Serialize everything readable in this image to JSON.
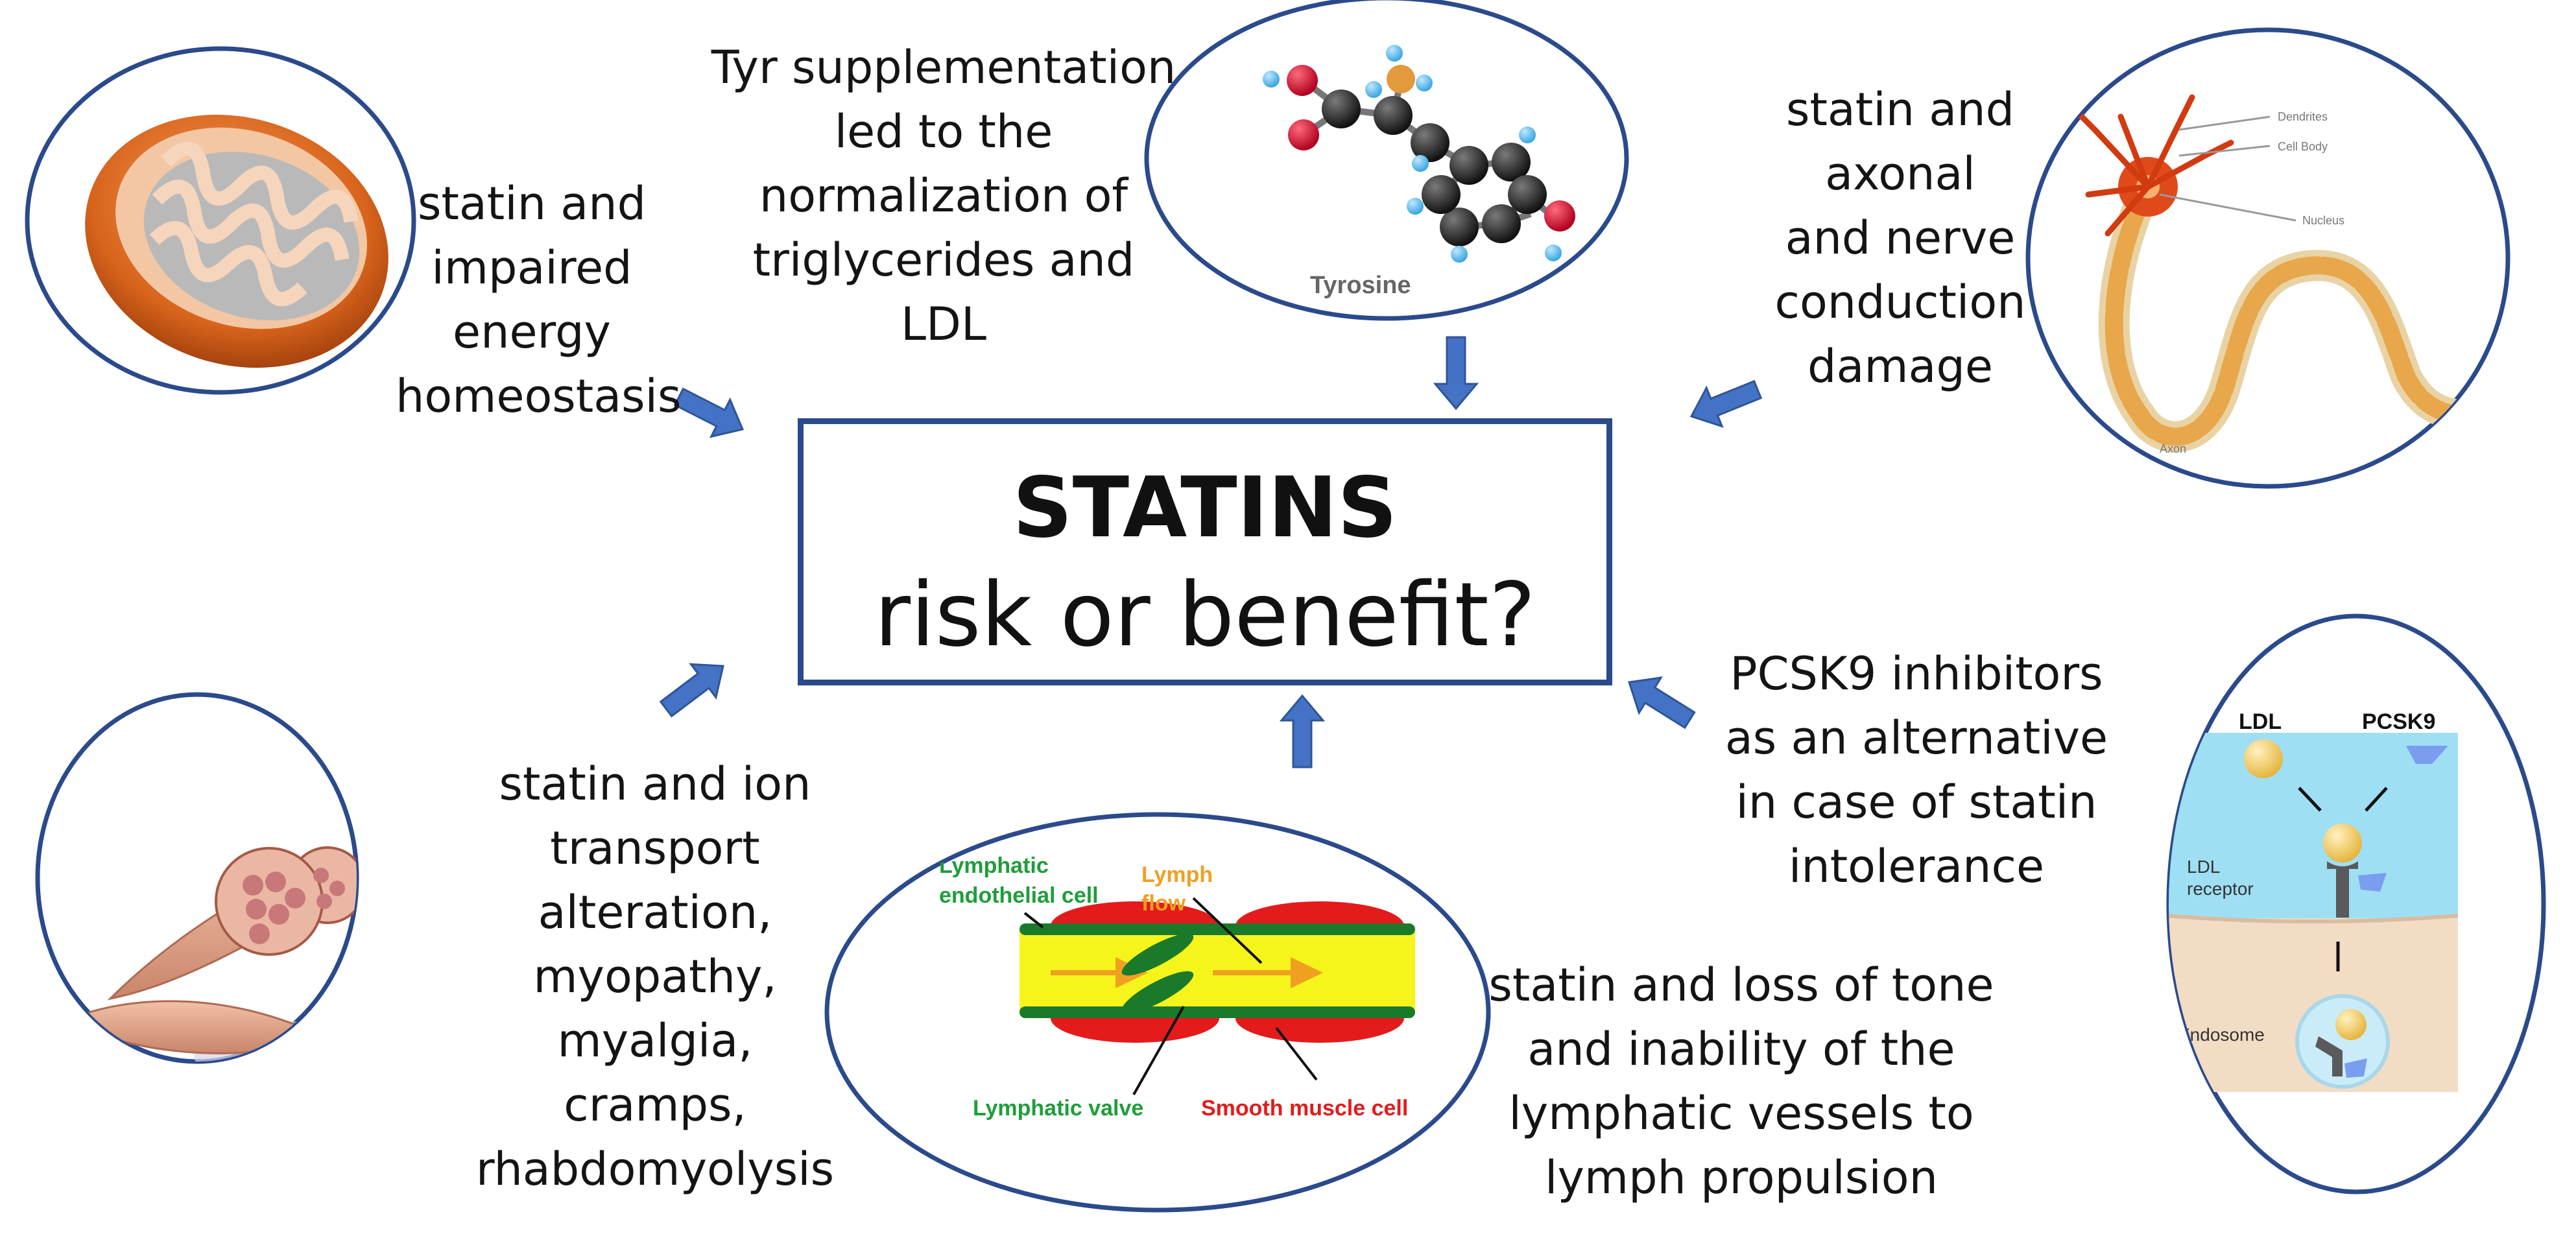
{
  "center": {
    "title": "STATINS",
    "subtitle": "risk or benefit?"
  },
  "captions": {
    "energy": [
      "statin and",
      "impaired",
      "energy",
      "homeostasis"
    ],
    "tyrosine": [
      "Tyr supplementation",
      "led to the",
      "normalization of",
      "triglycerides and",
      "LDL"
    ],
    "axonal": [
      "statin and",
      "axonal",
      "and nerve",
      "conduction",
      "damage"
    ],
    "ion": [
      "statin and ion",
      "transport",
      "alteration,",
      "myopathy,",
      "myalgia,",
      "cramps,",
      "rhabdomyolysis"
    ],
    "lymph": [
      "statin and loss of tone",
      "and inability of the",
      "lymphatic vessels to",
      "lymph propulsion"
    ],
    "pcsk9": [
      "PCSK9 inhibitors",
      "as an alternative",
      "in case of statin",
      "intolerance"
    ]
  },
  "illustrations": {
    "tyrosine_label": "Tyrosine",
    "neuron_labels": [
      "Dendrites",
      "Cell Body",
      "Nucleus",
      "Axon"
    ],
    "lymph_labels": {
      "endothelial": [
        "Lymphatic",
        "endothelial cell"
      ],
      "flow": [
        "Lymph",
        "flow"
      ],
      "valve": "Lymphatic valve",
      "muscle": "Smooth muscle cell"
    },
    "pcsk9_labels": {
      "ldl": "LDL",
      "pcsk9": "PCSK9",
      "receptor": [
        "LDL",
        "receptor"
      ],
      "endosome": "Endosome"
    }
  },
  "colors": {
    "accent_blue": "#4472c4",
    "outline_blue": "#2b4a8c",
    "lymph_green": "#1e9e3a",
    "lymph_orange": "#f0a020",
    "lymph_red": "#e31b1b",
    "mito_orange": "#d8641c",
    "muscle_pink": "#e8a98e"
  }
}
